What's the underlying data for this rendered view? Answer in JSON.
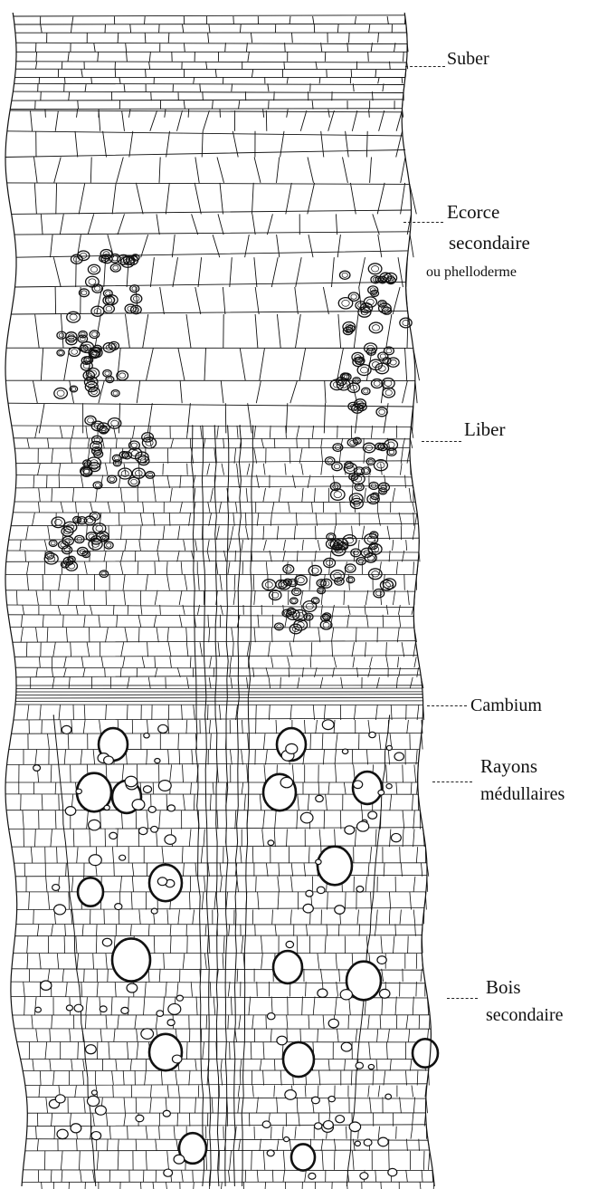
{
  "figure": {
    "labels": {
      "suber": "Suber",
      "ecorce": "Ecorce",
      "secondaire": "secondaire",
      "phelloderme": "ou phelloderme",
      "liber": "Liber",
      "cambium": "Cambium",
      "rayons": "Rayons",
      "medullaires": "médullaires",
      "bois": "Bois",
      "bois_secondaire": "secondaire"
    },
    "colors": {
      "ink": "#111111",
      "paper": "#ffffff"
    }
  }
}
